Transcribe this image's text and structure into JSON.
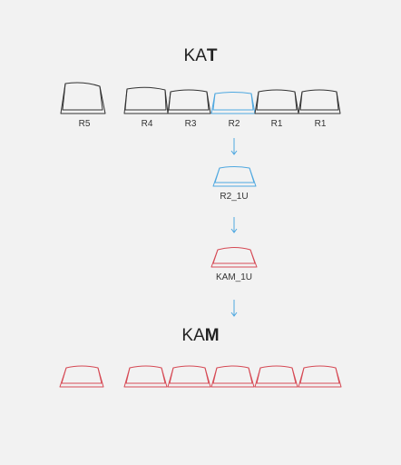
{
  "title_top": {
    "prefix": "KA",
    "suffix": "T"
  },
  "title_bottom": {
    "prefix": "KA",
    "suffix": "M"
  },
  "top_row_labels": [
    "R5",
    "R4",
    "R3",
    "R2",
    "R1",
    "R1"
  ],
  "step_labels": [
    "R2_1U",
    "KAM_1U"
  ],
  "colors": {
    "background": "#f2f2f2",
    "kat_outline": "#333333",
    "highlight_blue": "#4fa8e0",
    "kam_red": "#d64a55",
    "label_text": "#333333"
  }
}
